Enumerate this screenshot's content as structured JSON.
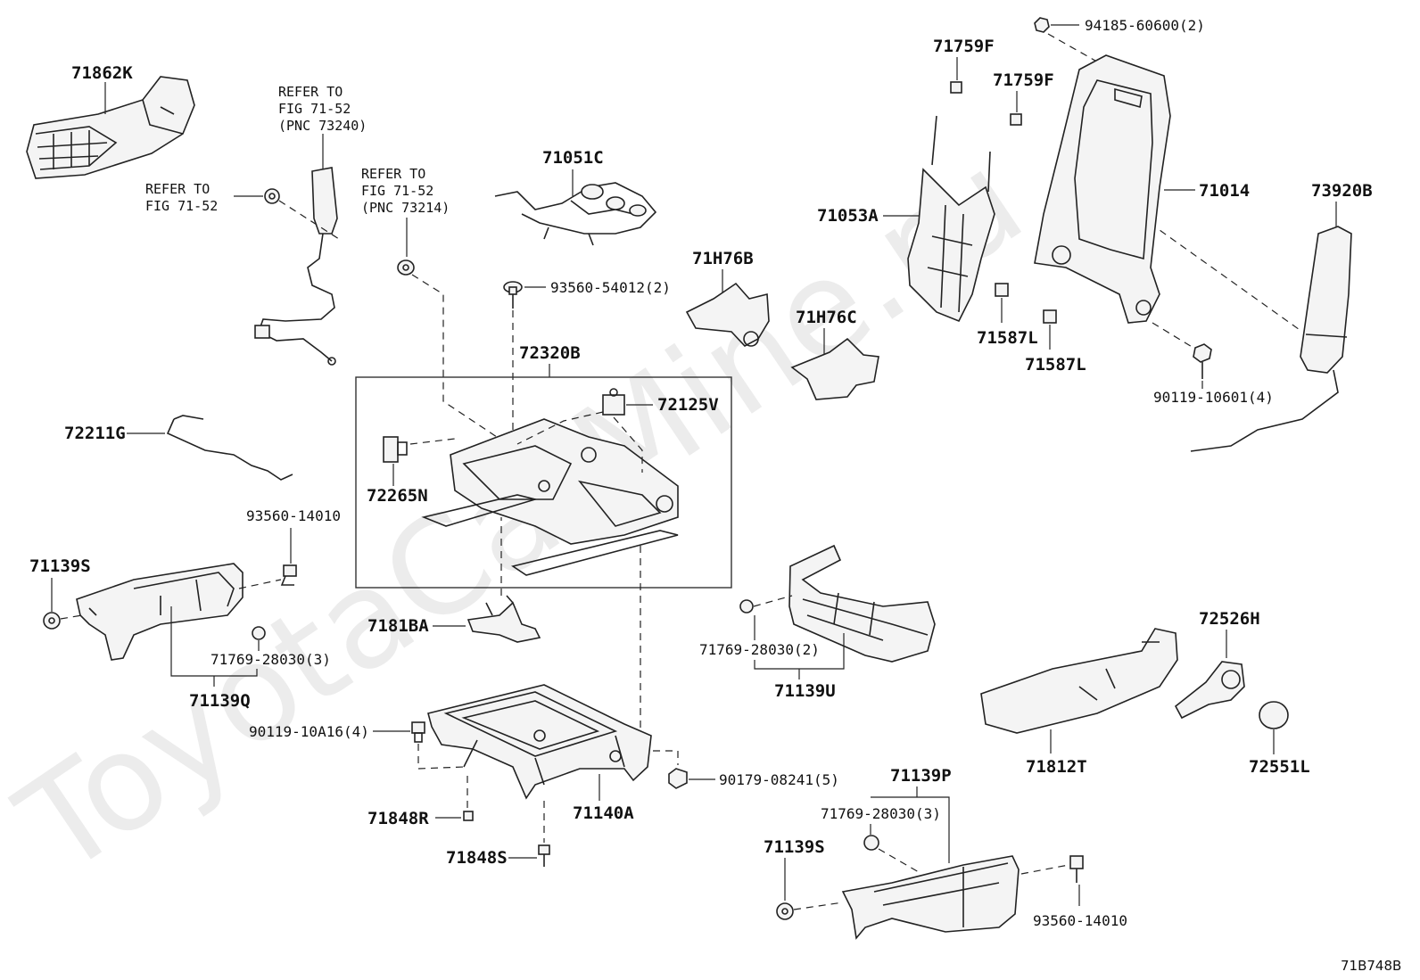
{
  "watermark": "ToyotaCarMine.ru",
  "figure_id": "71B748B",
  "labels": {
    "p71862K": "71862K",
    "refer_73240_a": "REFER TO",
    "refer_73240_b": "FIG 71-52",
    "refer_73240_c": "(PNC 73240)",
    "refer_fig_a": "REFER TO",
    "refer_fig_b": "FIG 71-52",
    "refer_73214_a": "REFER TO",
    "refer_73214_b": "FIG 71-52",
    "refer_73214_c": "(PNC 73214)",
    "p71051C": "71051C",
    "p93560_54012": "93560-54012(2)",
    "p72320B": "72320B",
    "p72125V": "72125V",
    "p72265N": "72265N",
    "p72211G": "72211G",
    "p93560_14010_a": "93560-14010",
    "p71139S_a": "71139S",
    "p71769_3_a": "71769-28030(3)",
    "p71139Q": "71139Q",
    "p7181BA": "7181BA",
    "p71H76B": "71H76B",
    "p71H76C": "71H76C",
    "p71759F_a": "71759F",
    "p71759F_b": "71759F",
    "p71053A": "71053A",
    "p94185": "94185-60600(2)",
    "p71014": "71014",
    "p73920B": "73920B",
    "p71587L_a": "71587L",
    "p71587L_b": "71587L",
    "p90119_10601": "90119-10601(4)",
    "p71769_2": "71769-28030(2)",
    "p71139U": "71139U",
    "p72526H": "72526H",
    "p71812T": "71812T",
    "p72551L": "72551L",
    "p90119_10A16": "90119-10A16(4)",
    "p90179": "90179-08241(5)",
    "p71848R": "71848R",
    "p71140A": "71140A",
    "p71848S": "71848S",
    "p71139P": "71139P",
    "p71769_3_b": "71769-28030(3)",
    "p71139S_b": "71139S",
    "p93560_14010_b": "93560-14010"
  }
}
